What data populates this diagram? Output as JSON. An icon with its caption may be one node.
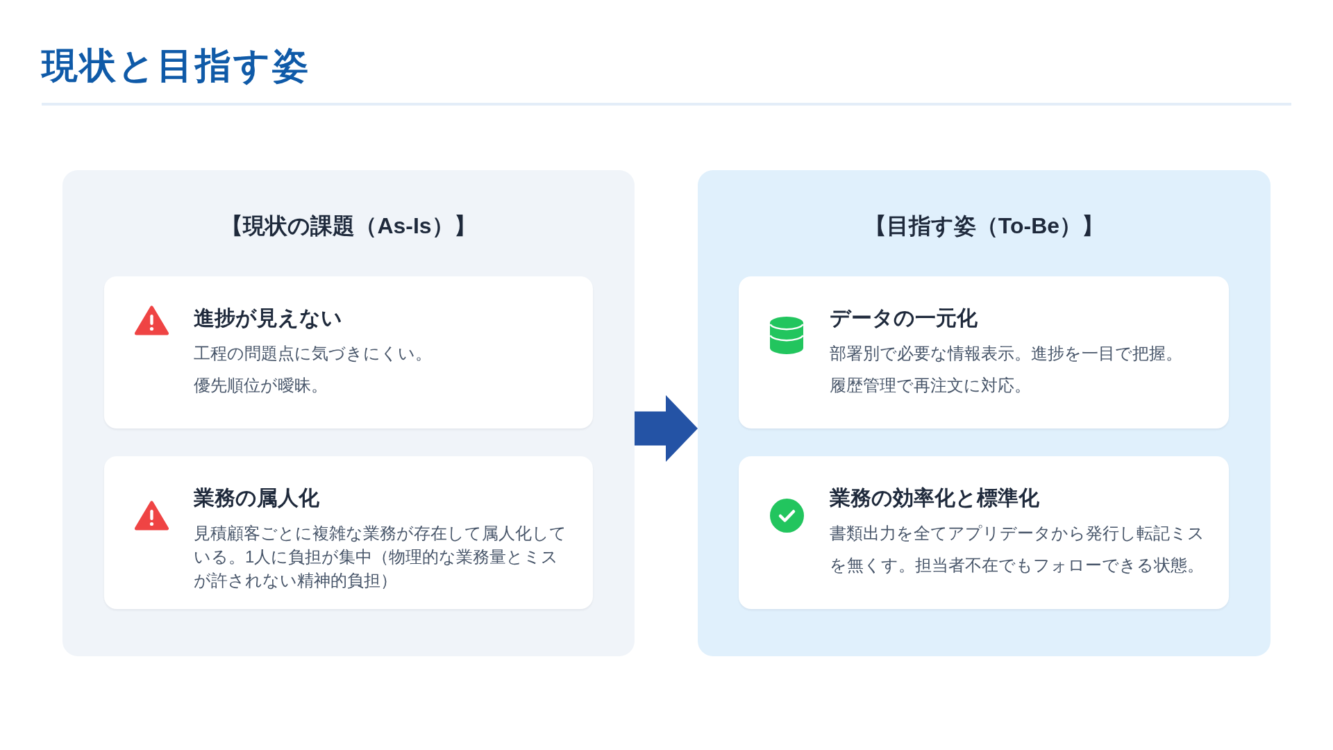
{
  "diagram": {
    "title": "現状と目指す姿",
    "nodes": [
      {
        "text": [
          "【現状の課題（As-Is）】"
        ]
      },
      {
        "text": [
          "進捗が見えない",
          "工程の問題点に気づきにくい。",
          "優先順位が曖昧。"
        ],
        "in": 0
      },
      {
        "text": [
          "業務の属人化",
          "見積顧客ごとに複雑な業務が存在して属人化している。1人に負担が集中（物理的な業務量とミスが許されない精神的負担）"
        ],
        "in": 0
      },
      {
        "text": [
          "【目指す姿（To-Be）】"
        ]
      },
      {
        "text": [
          "データの一元化",
          "部署別で必要な情報表示。進捗を一目で把握。",
          "履歴管理で再注文に対応。"
        ],
        "in": 3
      },
      {
        "text": [
          "業務の効率化と標準化",
          "書類出力を全てアプリデータから発行し転記ミスを無くす。担当者不在でもフォローできる状態。"
        ],
        "in": 3
      }
    ],
    "edges": [
      {
        "from": 0,
        "to": 3,
        "arrow": "to",
        "style": "thick"
      }
    ]
  }
}
